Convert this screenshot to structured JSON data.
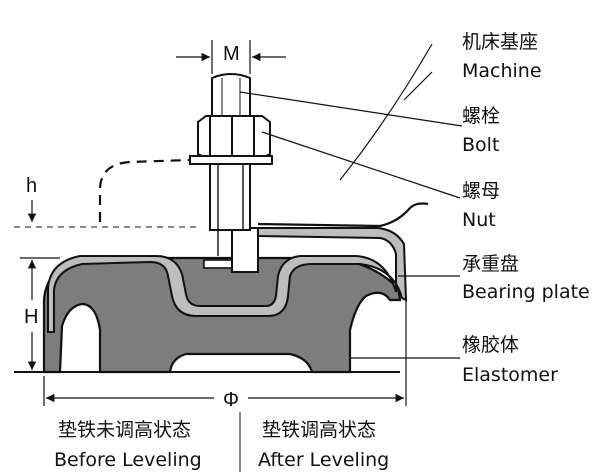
{
  "labels": {
    "machine_zh": "机床基座",
    "machine_en": "Machine",
    "bolt_zh": "螺栓",
    "bolt_en": "Bolt",
    "nut_zh": "螺母",
    "nut_en": "Nut",
    "plate_zh": "承重盘",
    "plate_en": "Bearing plate",
    "elastomer_zh": "橡胶体",
    "elastomer_en": "Elastomer",
    "before_zh": "垫铁未调高状态",
    "before_en": "Before Leveling",
    "after_zh": "垫铁调高状态",
    "after_en": "After Leveling"
  },
  "dimensions": {
    "m": "M",
    "h": "h",
    "H": "H",
    "phi": "Φ"
  },
  "colors": {
    "outline": "#111111",
    "rubber": "#7d7d7d",
    "plate": "#bdbdbd",
    "background": "#ffffff"
  }
}
